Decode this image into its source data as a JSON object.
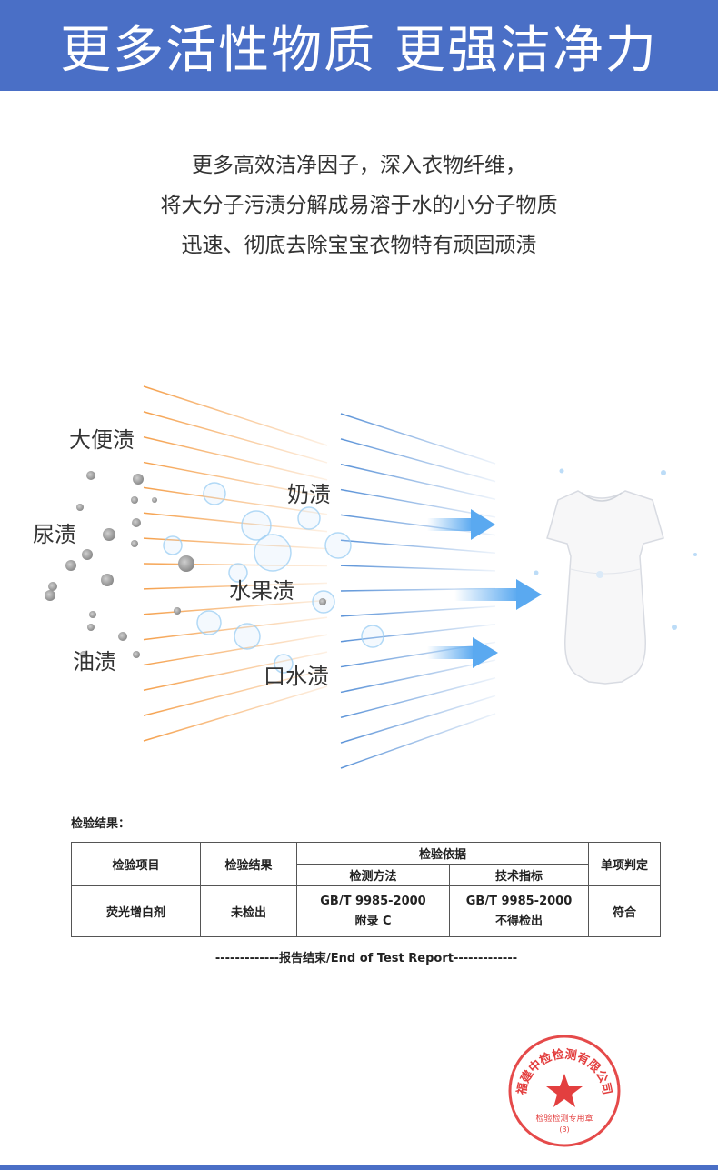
{
  "header": {
    "title": "更多活性物质 更强洁净力"
  },
  "intro": {
    "lines": [
      "更多高效洁净因子，深入衣物纤维，",
      "将大分子污渍分解成易溶于水的小分子物质",
      "迅速、彻底去除宝宝衣物特有顽固顽渍"
    ]
  },
  "illustration": {
    "stains": [
      "大便渍",
      "尿渍",
      "油渍",
      "奶渍",
      "水果渍",
      "口水渍"
    ],
    "colors": {
      "orange_grid": "#f5a14e",
      "blue_grid": "#5b93d8",
      "arrow": "#5aa9f0",
      "banner": "#4a6fc6"
    }
  },
  "report": {
    "heading": "检验结果：",
    "table": {
      "col_item": "检验项目",
      "col_result": "检验结果",
      "col_basis": "检验依据",
      "col_method": "检测方法",
      "col_index": "技术指标",
      "col_verdict": "单项判定",
      "row": {
        "item": "荧光增白剂",
        "result": "未检出",
        "method_line1": "GB/T 9985-2000",
        "method_line2": "附录 C",
        "index_line1": "GB/T 9985-2000",
        "index_line2": "不得检出",
        "verdict": "符合"
      }
    },
    "end_text": "-------------报告结束/End of Test Report-------------"
  },
  "seal": {
    "text": "福建中检检测有限公司",
    "subtext": "检验检测专用章",
    "number": "(3)",
    "color": "#e02a2a"
  }
}
